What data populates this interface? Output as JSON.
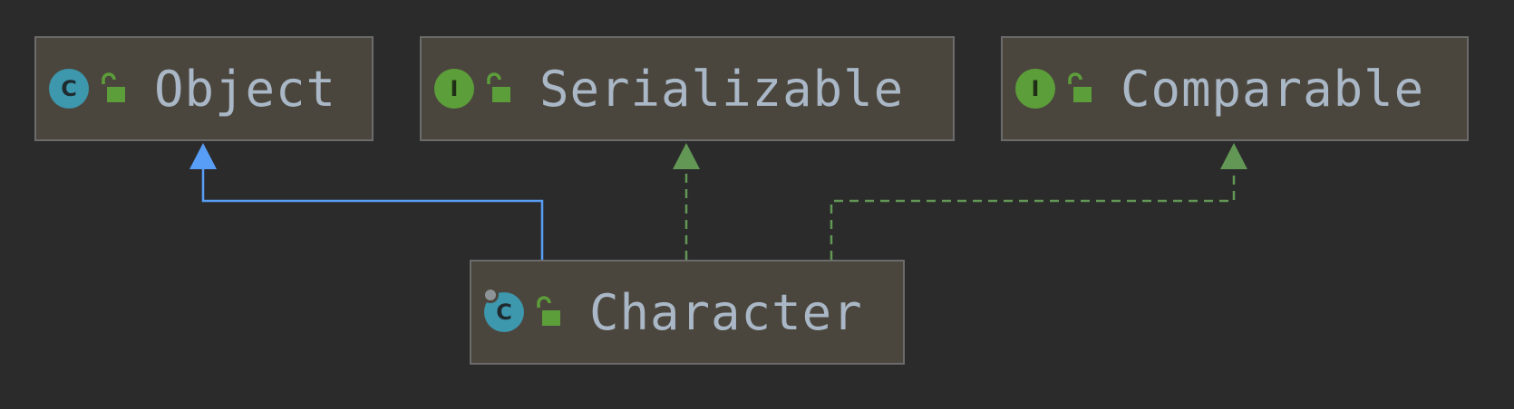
{
  "diagram": {
    "nodes": {
      "object": {
        "name": "Object",
        "kind_icon": "class-icon",
        "kind_letter": "C",
        "visibility_icon": "public-lock-icon"
      },
      "serializable": {
        "name": "Serializable",
        "kind_icon": "interface-icon",
        "kind_letter": "I",
        "visibility_icon": "public-lock-icon"
      },
      "comparable": {
        "name": "Comparable",
        "kind_icon": "interface-icon",
        "kind_letter": "I",
        "visibility_icon": "public-lock-icon"
      },
      "character": {
        "name": "Character",
        "kind_icon": "final-class-icon",
        "kind_letter": "C",
        "visibility_icon": "public-lock-icon"
      }
    },
    "edges": [
      {
        "from": "character",
        "to": "object",
        "relation": "extends",
        "style": "solid",
        "color": "#589df6"
      },
      {
        "from": "character",
        "to": "serializable",
        "relation": "implements",
        "style": "dashed",
        "color": "#629755"
      },
      {
        "from": "character",
        "to": "comparable",
        "relation": "implements",
        "style": "dashed",
        "color": "#629755"
      }
    ],
    "colors": {
      "background": "#2b2b2b",
      "node_fill": "#4b463d",
      "node_border": "#6b6b6b",
      "text": "#a9b7c6",
      "class_icon": "#3d97ad",
      "interface_icon": "#5c9e3a",
      "lock": "#5c9e3a"
    }
  }
}
